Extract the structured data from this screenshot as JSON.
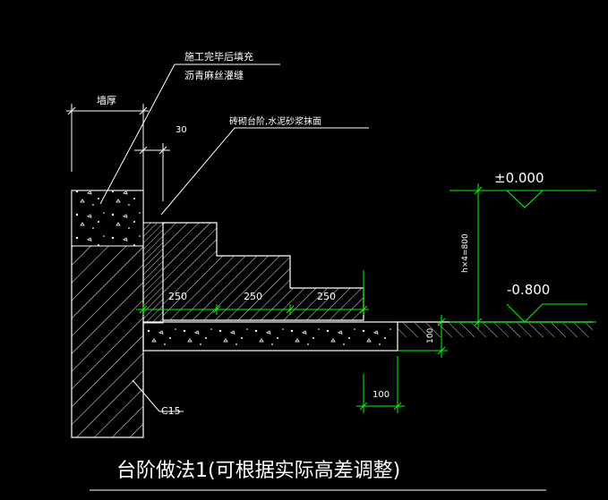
{
  "drawing": {
    "title": "台阶做法1(可根据实际高差调整)",
    "note_top_line1": "施工完毕后填充",
    "note_top_line2": "沥青麻丝灌缝",
    "note_mid": "砖砌台阶,水泥砂浆抹面",
    "label_wall": "墙厚",
    "label_gap": "30",
    "label_step_1": "250",
    "label_step_2": "250",
    "label_step_3": "250",
    "label_height": "h×4=800",
    "label_level_top": "±0.000",
    "label_level_bottom": "-0.800",
    "label_base_thickness": "100",
    "label_base_width": "100",
    "label_concrete": "C15"
  },
  "colors": {
    "background": "#000000",
    "line_white": "#ffffff",
    "dim_green": "#00ff00"
  }
}
